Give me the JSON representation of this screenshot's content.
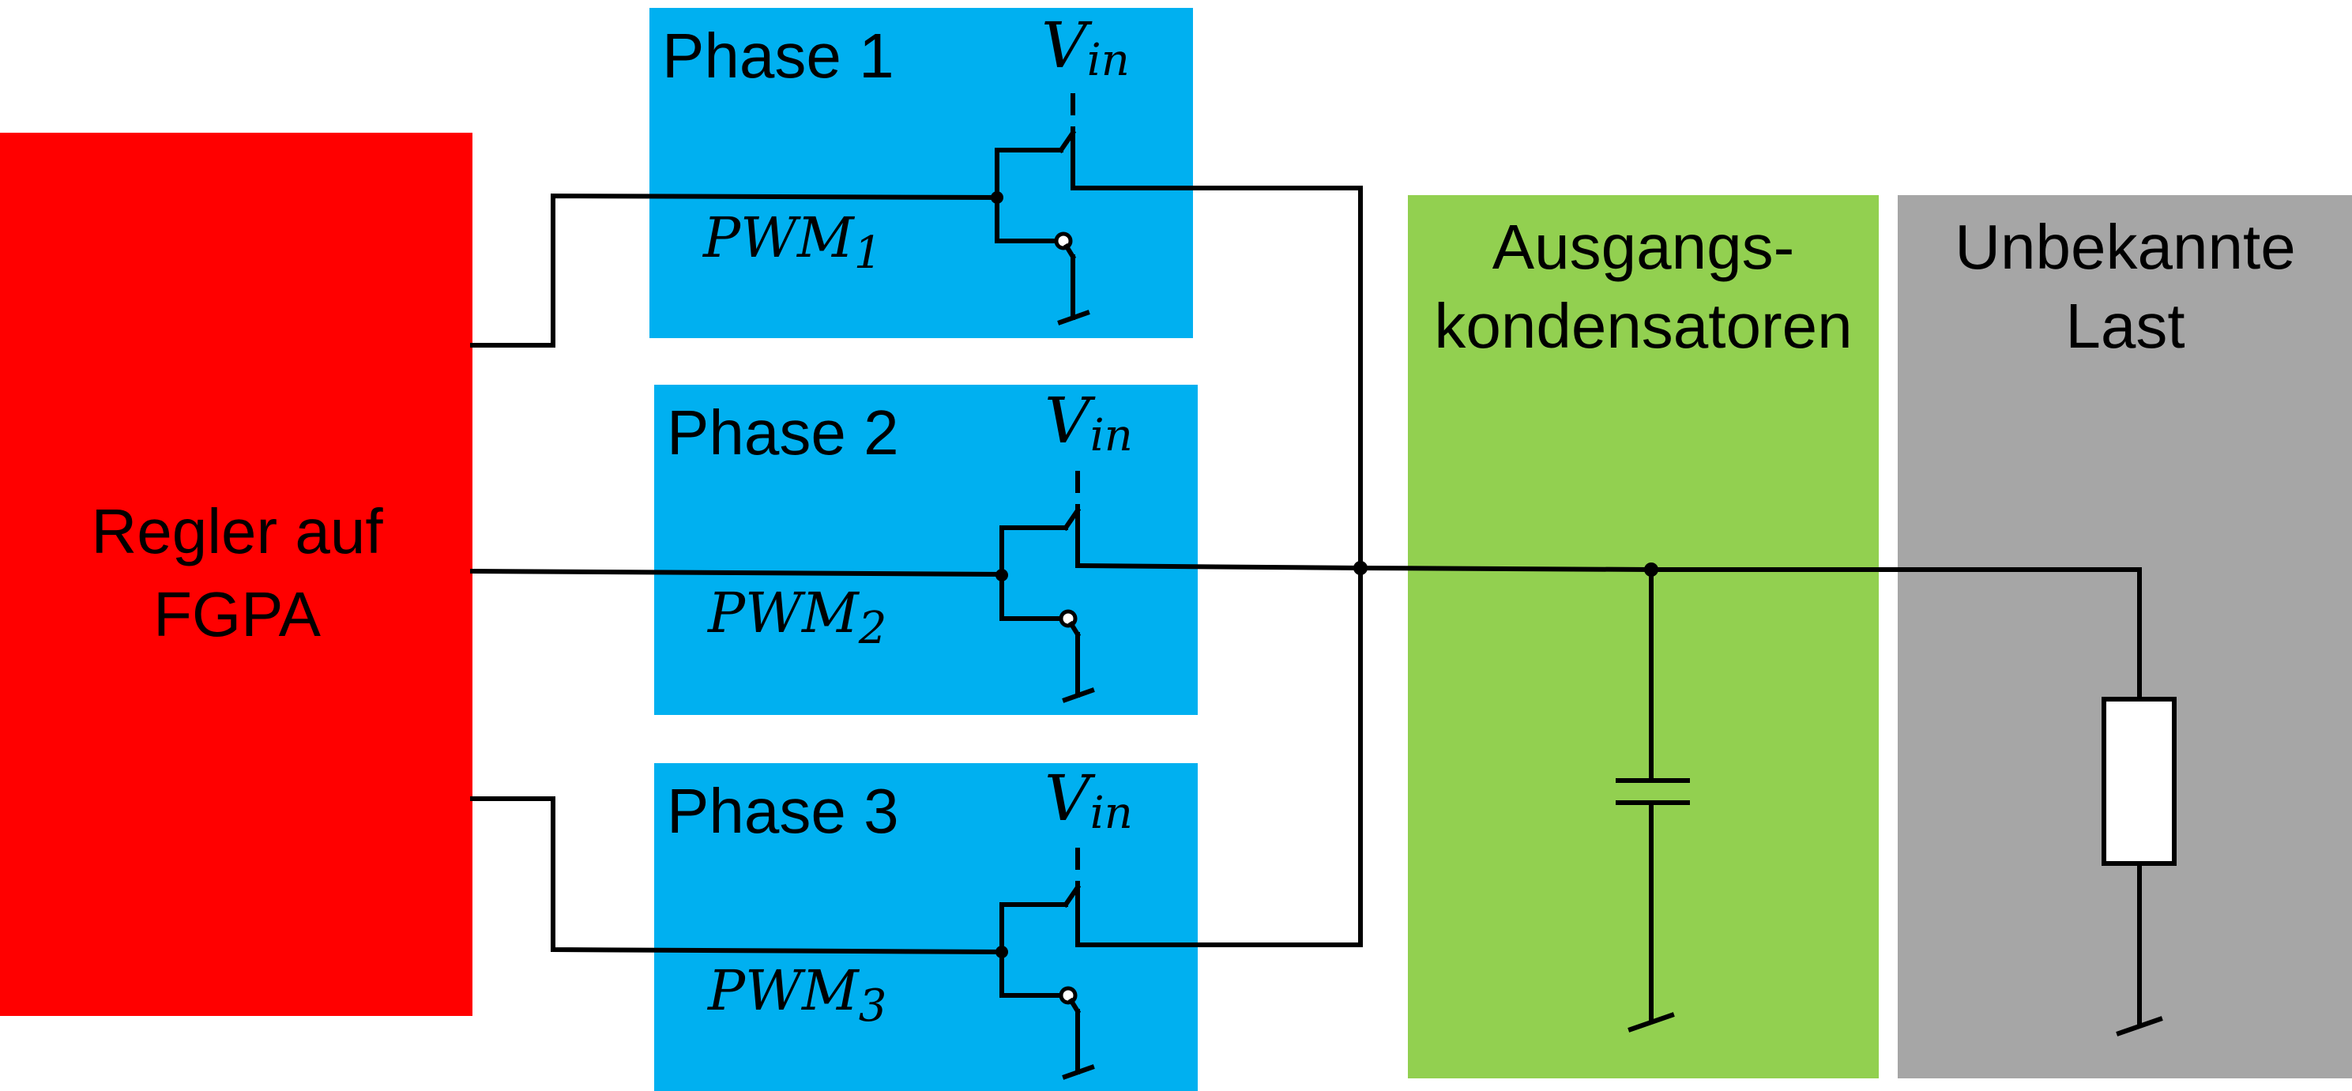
{
  "controller": {
    "label_line1": "Regler auf",
    "label_line2": "FGPA",
    "color": "#ff0000"
  },
  "phases": [
    {
      "title": "Phase 1",
      "vin_base": "V",
      "vin_sub": "in",
      "pwm_base": "PWM",
      "pwm_sub": "1",
      "color": "#00b0f0"
    },
    {
      "title": "Phase 2",
      "vin_base": "V",
      "vin_sub": "in",
      "pwm_base": "PWM",
      "pwm_sub": "2",
      "color": "#00b0f0"
    },
    {
      "title": "Phase 3",
      "vin_base": "V",
      "vin_sub": "in",
      "pwm_base": "PWM",
      "pwm_sub": "3",
      "color": "#00b0f0"
    }
  ],
  "output_caps": {
    "label_line1": "Ausgangs-",
    "label_line2": "kondensatoren",
    "color": "#92d050"
  },
  "load": {
    "label_line1": "Unbekannte",
    "label_line2": "Last",
    "color": "#a6a6a6"
  }
}
